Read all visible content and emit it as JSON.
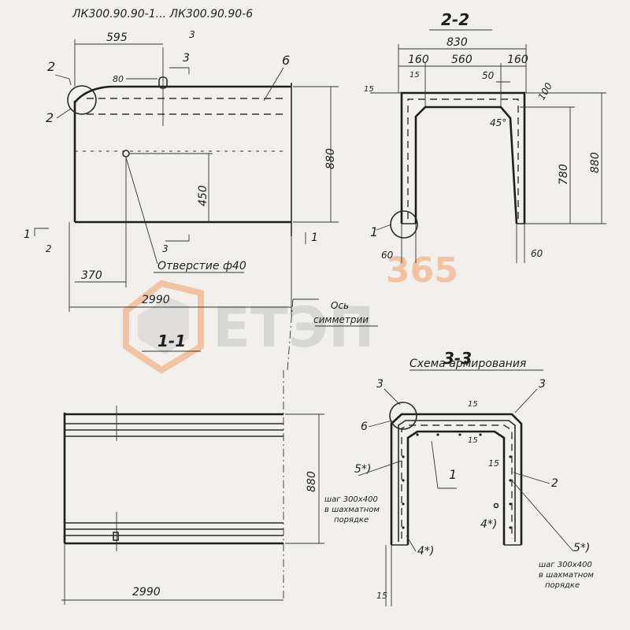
{
  "header": {
    "title": "ЛК300.90.90-1... ЛК300.90.90-6"
  },
  "section_labels": {
    "s11": "1-1",
    "s22": "2-2",
    "s33": "3-3",
    "scheme": "Схема армирования"
  },
  "elevation": {
    "dims": {
      "d595": "595",
      "d3a": "3",
      "d3b": "3",
      "d80": "80",
      "d6": "6",
      "d2a": "2",
      "d2b": "2",
      "d880": "880",
      "d450": "450",
      "d1a": "1",
      "d1b": "1",
      "d2c": "2",
      "d3c": "3",
      "d370": "370",
      "d2990": "2990"
    },
    "hole_label": "Отверстие ф40",
    "axis_label_1": "Ось",
    "axis_label_2": "симметрии"
  },
  "section22": {
    "dims": {
      "d830": "830",
      "d160a": "160",
      "d560": "560",
      "d160b": "160",
      "d15": "15",
      "d15b": "15",
      "d50": "50",
      "d100": "100",
      "d45": "45°",
      "d780": "780",
      "d880": "880",
      "d1": "1",
      "d60a": "60",
      "d60b": "60"
    }
  },
  "plan": {
    "dims": {
      "d880": "880",
      "d2990": "2990"
    }
  },
  "section33": {
    "labels": {
      "m3a": "3",
      "m3b": "3",
      "m6": "6",
      "m15a": "15",
      "m15b": "15",
      "m15c": "15",
      "m1": "1",
      "m2": "2",
      "m5a": "5*)",
      "m4a": "4*)",
      "m4b": "4*)",
      "m5b": "5*)",
      "m15d": "15"
    },
    "note_left_1": "шаг 300х400",
    "note_left_2": "в шахматном",
    "note_left_3": "порядке",
    "note_right_1": "шаг 300х400",
    "note_right_2": "в шахматном",
    "note_right_3": "порядке"
  },
  "watermark": {
    "digits": "365",
    "letters": "ЕТЭП"
  },
  "colors": {
    "paper": "#f1f0ec",
    "ink": "#222222",
    "watermark_orange": "#f3b48a",
    "watermark_gray": "#c9c9c9"
  }
}
